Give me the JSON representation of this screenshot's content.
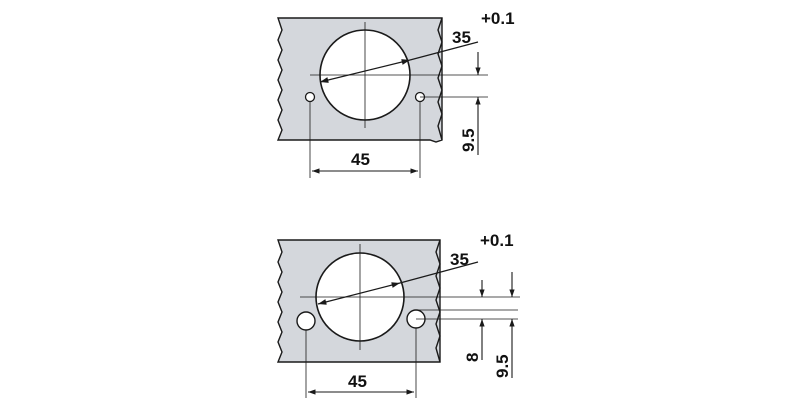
{
  "colors": {
    "panel_fill": "#d4d7dc",
    "line": "#1a1a1a",
    "circle_fill": "#ffffff"
  },
  "top_view": {
    "bore_dimension": "35",
    "bore_tolerance": "+0.1",
    "hole_spacing": "45",
    "offset": "9.5"
  },
  "bottom_view": {
    "bore_dimension": "35",
    "bore_tolerance": "+0.1",
    "hole_spacing": "45",
    "offset_small": "8",
    "offset_large": "9.5"
  }
}
